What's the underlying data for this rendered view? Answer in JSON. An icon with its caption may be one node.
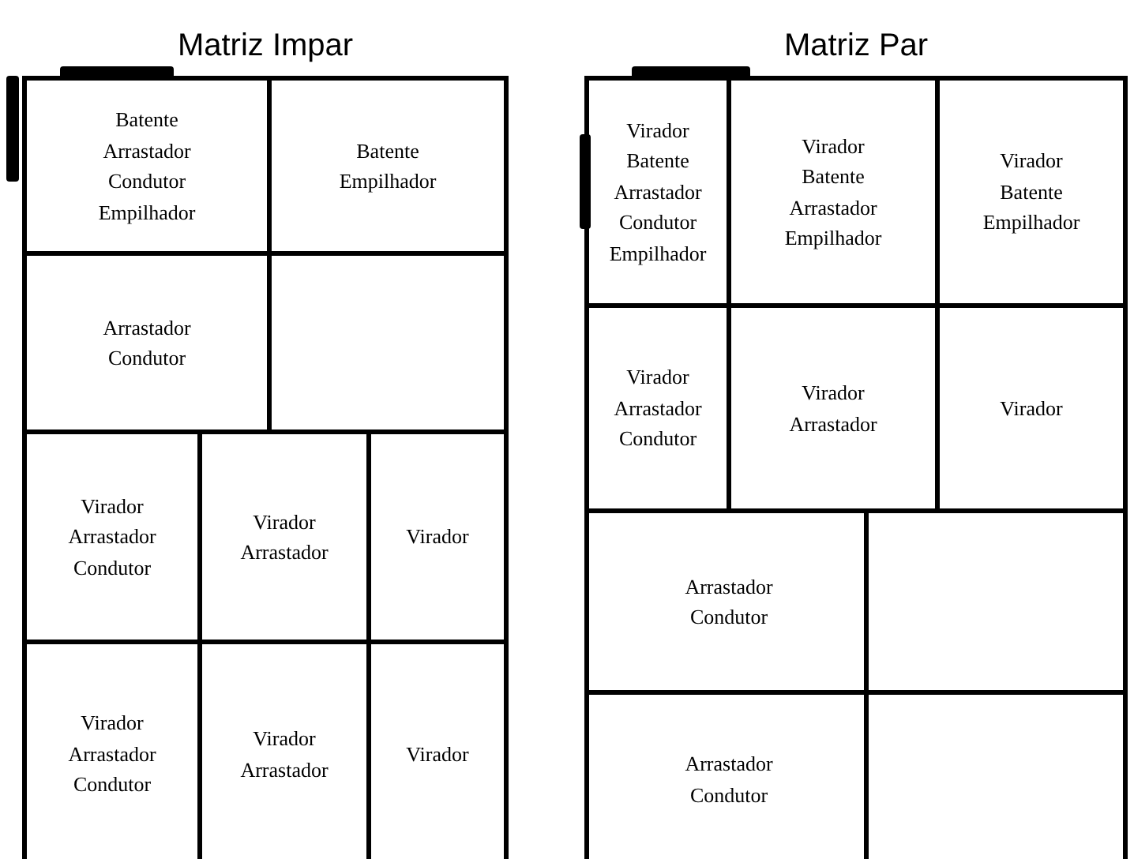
{
  "diagram": {
    "nodes": [
      {
        "text": [
          "Matriz Impar"
        ]
      },
      {
        "text": [
          "Batente Arrastador Condutor Empilhador"
        ],
        "in": 0
      },
      {
        "text": [
          "Batente Empilhador"
        ],
        "in": 0
      },
      {
        "text": [
          "Arrastador Condutor"
        ],
        "in": 0
      },
      {
        "text": [],
        "shape": "box",
        "in": 0
      },
      {
        "text": [
          "Virador Arrastador Condutor"
        ],
        "in": 0
      },
      {
        "text": [
          "Virador Arrastador"
        ],
        "in": 0
      },
      {
        "text": [
          "Virador"
        ],
        "in": 0
      },
      {
        "text": [
          "Virador Arrastador Condutor"
        ],
        "in": 0
      },
      {
        "text": [
          "Virador Arrastador"
        ],
        "in": 0
      },
      {
        "text": [
          "Virador"
        ],
        "in": 0
      },
      {
        "text": [
          "Matriz Par"
        ]
      },
      {
        "text": [
          "Virador Batente Arrastador Condutor Empilhador"
        ],
        "in": 11
      },
      {
        "text": [
          "Virador Batente Arrastador Empilhador"
        ],
        "in": 11
      },
      {
        "text": [
          "Virador Batente Empilhador"
        ],
        "in": 11
      },
      {
        "text": [
          "Virador Arrastador Condutor"
        ],
        "in": 11
      },
      {
        "text": [
          "Virador Arrastador"
        ],
        "in": 11
      },
      {
        "text": [
          "Virador"
        ],
        "in": 11
      },
      {
        "text": [
          "Arrastador Condutor"
        ],
        "in": 11
      },
      {
        "text": [],
        "shape": "box",
        "in": 11
      },
      {
        "text": [
          "Arrastador Condutor"
        ],
        "in": 11
      },
      {
        "text": [],
        "shape": "box",
        "in": 11
      }
    ]
  }
}
